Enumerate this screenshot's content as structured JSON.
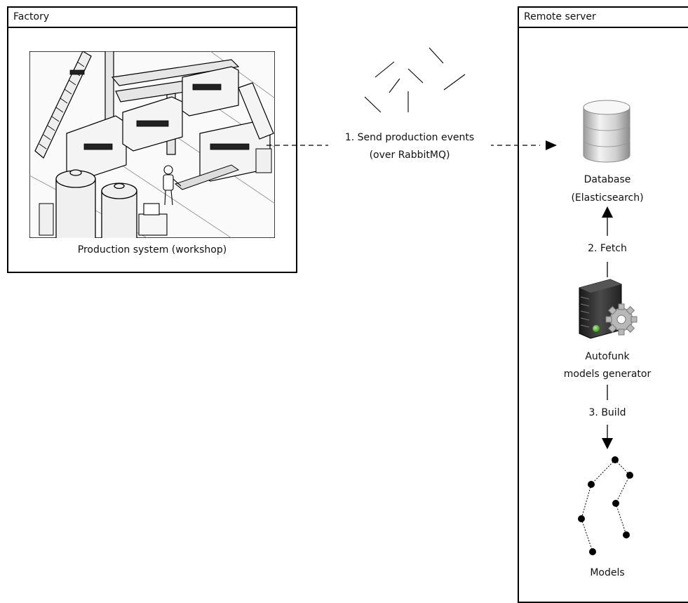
{
  "factory": {
    "title": "Factory",
    "image_caption": "Production system (workshop)"
  },
  "server": {
    "title": "Remote server",
    "database_label_line1": "Database",
    "database_label_line2": "(Elasticsearch)",
    "generator_label_line1": "Autofunk",
    "generator_label_line2": "models generator",
    "models_label": "Models"
  },
  "flows": {
    "send_line1": "1. Send production events",
    "send_line2": "(over RabbitMQ)",
    "fetch": "2. Fetch",
    "build": "3. Build"
  },
  "icons": {
    "database": "database-icon",
    "server": "server-gear-icon",
    "models": "graph-model-icon",
    "events": "event-stream-icon",
    "workshop": "factory-workshop-illustration"
  },
  "colors": {
    "line": "#000000",
    "server_led": "#4caf2a"
  }
}
